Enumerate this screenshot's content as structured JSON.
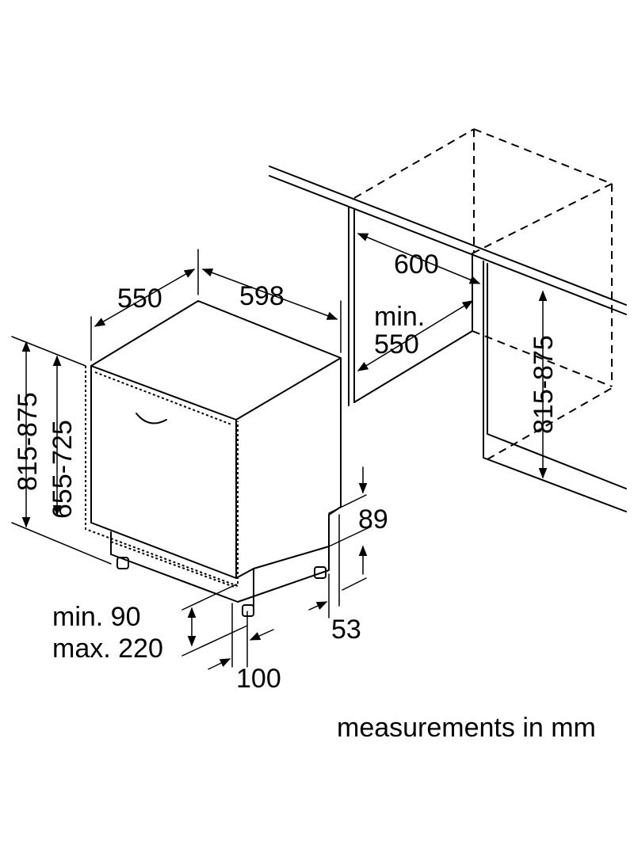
{
  "diagram": {
    "dimensions": {
      "depth": "550",
      "width": "598",
      "niche_width": "600",
      "niche_depth_line1": "min.",
      "niche_depth_line2": "550",
      "niche_height": "815-875",
      "total_height": "815-875",
      "door_height": "655-725",
      "plinth_top": "89",
      "plinth_gap": "53",
      "plinth_height_line1": "min. 90",
      "plinth_height_line2": "max. 220",
      "foot_inset": "100"
    },
    "footer_note": "measurements in mm"
  }
}
